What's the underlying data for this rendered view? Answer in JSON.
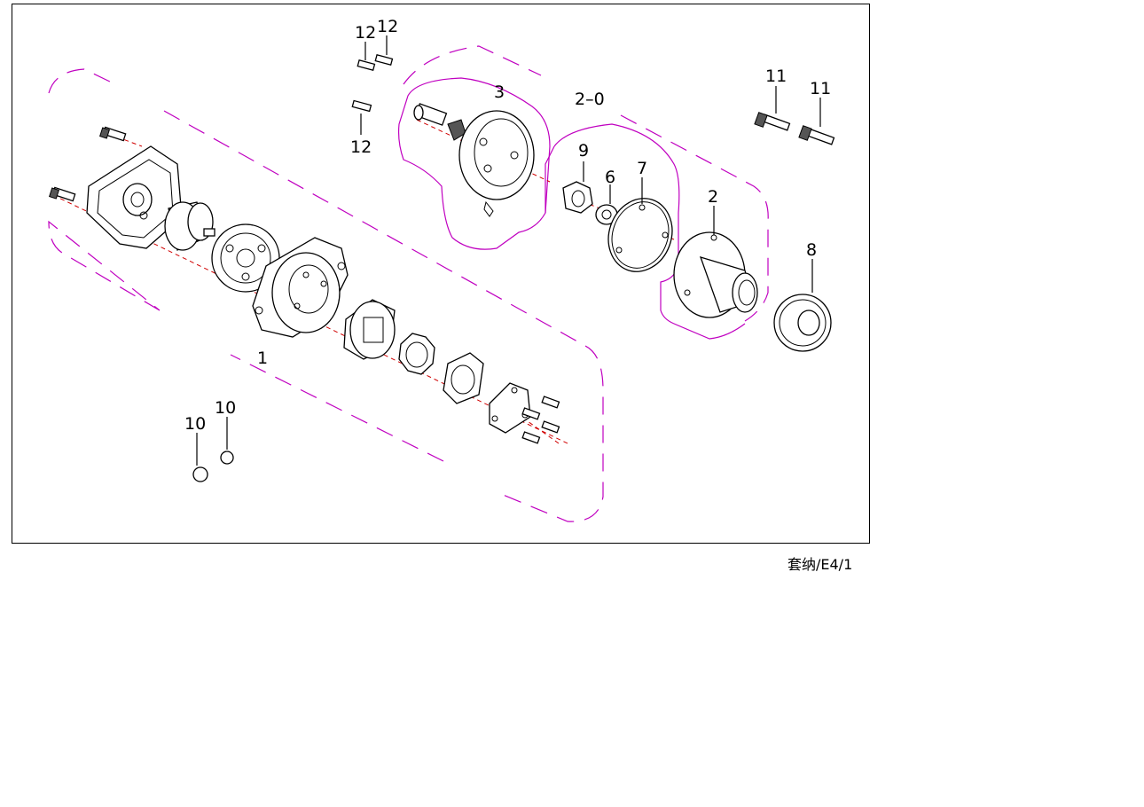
{
  "callouts": {
    "c1": "1",
    "c2": "2",
    "c2_0": "2–0",
    "c3": "3",
    "c6": "6",
    "c7": "7",
    "c8": "8",
    "c9": "9",
    "c10a": "10",
    "c10b": "10",
    "c11a": "11",
    "c11b": "11",
    "c12a": "12",
    "c12b": "12",
    "c12c": "12"
  },
  "page_reference": "套纳/E4/1",
  "colors": {
    "group_outline": "#c000c0",
    "axis_line": "#d00000",
    "frame": "#000000"
  }
}
